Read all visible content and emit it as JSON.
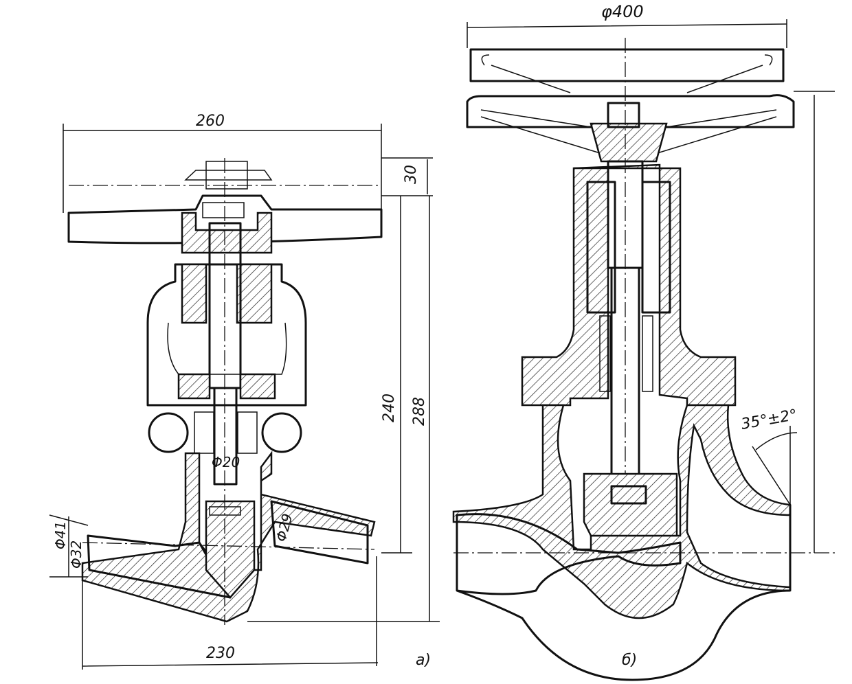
{
  "figure_a": {
    "label": "а)",
    "dims": {
      "handwheel_width": "260",
      "handwheel_height": "30",
      "height_to_axis": "240",
      "total_height": "288",
      "stem_diameter": "Φ20",
      "bore_outlet": "Φ29",
      "pipe_outer": "Φ41",
      "pipe_inner": "Φ32",
      "length": "230"
    }
  },
  "figure_b": {
    "label": "б)",
    "dims": {
      "handwheel_diameter": "φ400",
      "angle": "35°±2°"
    }
  }
}
